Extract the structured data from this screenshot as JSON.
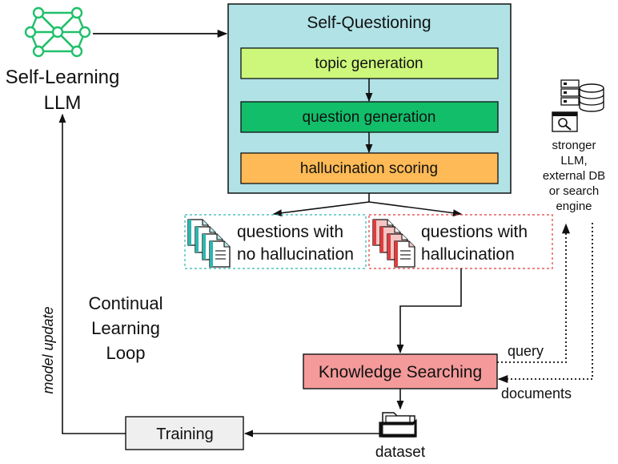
{
  "model": {
    "line1": "Self-Learning",
    "line2": "LLM"
  },
  "self_questioning": {
    "title": "Self-Questioning",
    "steps": {
      "topic": "topic generation",
      "question": "question generation",
      "scoring": "hallucination scoring"
    }
  },
  "outputs": {
    "no_hallucination": {
      "line1": "questions with",
      "line2": "no hallucination"
    },
    "hallucination": {
      "line1": "questions with",
      "line2": "hallucination"
    }
  },
  "external": {
    "line1": "stronger",
    "line2": "LLM,",
    "line3": "external DB",
    "line4": "or search",
    "line5": "engine"
  },
  "loop": {
    "line1": "Continual",
    "line2": "Learning",
    "line3": "Loop"
  },
  "model_update": "model update",
  "knowledge_searching": "Knowledge Searching",
  "query": "query",
  "documents": "documents",
  "training": "Training",
  "dataset": "dataset",
  "colors": {
    "self_questioning_bg": "#b0e2e6",
    "topic_bg": "#ccf77a",
    "question_bg": "#12be6a",
    "scoring_bg": "#fdba56",
    "knowledge_bg": "#f49a9a",
    "training_bg": "#efefef",
    "neural_icon": "#20c06b",
    "doc_teal": "#2ab7b0",
    "doc_red": "#e23b3b"
  }
}
